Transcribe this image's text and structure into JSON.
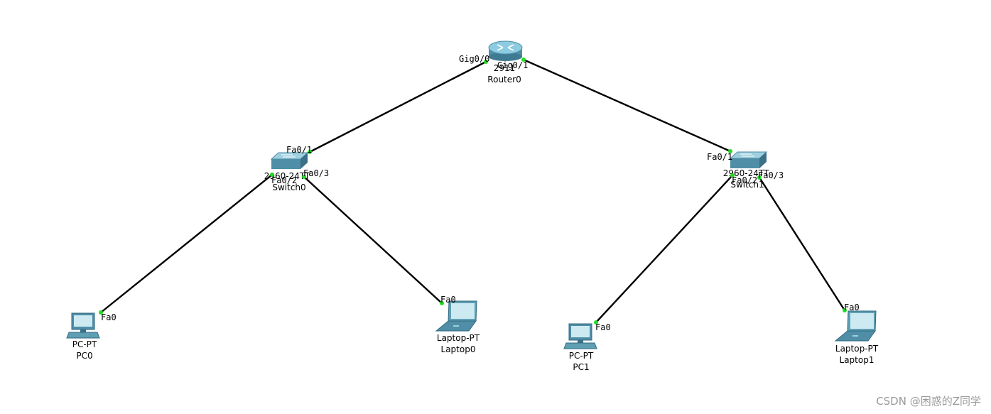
{
  "devices": {
    "router0": {
      "model": "2911",
      "name": "Router0"
    },
    "switch0": {
      "model": "2960-24TT",
      "name": "Switch0"
    },
    "switch1": {
      "model": "2960-24TT",
      "name": "Switch1"
    },
    "pc0": {
      "model": "PC-PT",
      "name": "PC0"
    },
    "pc1": {
      "model": "PC-PT",
      "name": "PC1"
    },
    "laptop0": {
      "model": "Laptop-PT",
      "name": "Laptop0"
    },
    "laptop1": {
      "model": "Laptop-PT",
      "name": "Laptop1"
    }
  },
  "ports": {
    "router0_gig00": "Gig0/0",
    "router0_gig01": "Gig0/1",
    "switch0_fa01": "Fa0/1",
    "switch0_fa02": "Fa0/2",
    "switch0_fa03": "Fa0/3",
    "switch1_fa01": "Fa0/1",
    "switch1_fa02": "Fa0/2",
    "switch1_fa03": "Fa0/3",
    "pc0_fa0": "Fa0",
    "pc1_fa0": "Fa0",
    "laptop0_fa0": "Fa0",
    "laptop1_fa0": "Fa0"
  },
  "watermark": "CSDN @困惑的Z同学",
  "colors": {
    "link": "#000000",
    "port_up": "#22dd22",
    "device": "#5f9fb4"
  }
}
